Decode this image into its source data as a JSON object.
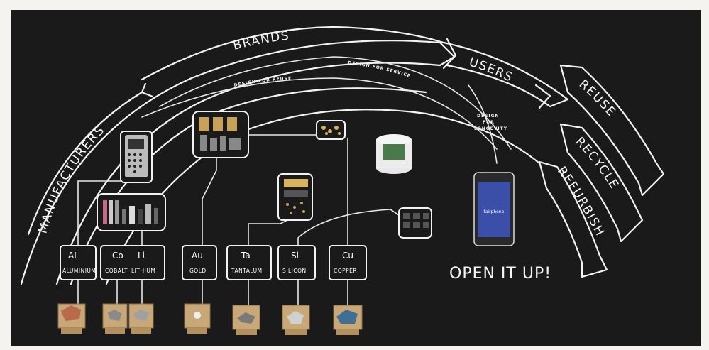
{
  "arcs": {
    "manufacturers": "MANUFACTURERS",
    "brands": "BRANDS",
    "users": "USERS",
    "design_for_reuse": "DESIGN FOR REUSE",
    "design_for_service": "DESIGN FOR SERVICE",
    "design_for_longevity_1": "DESIGN",
    "design_for_longevity_2": "FOR",
    "design_for_longevity_3": "LONGEVITY"
  },
  "outcomes": {
    "reuse": "REUSE",
    "recycle": "RECYCLE",
    "refurbish": "REFURBISH"
  },
  "elements": [
    {
      "symbol": "AL",
      "name": "ALUMINIUM"
    },
    {
      "symbol": "Co",
      "name": "COBALT"
    },
    {
      "symbol": "Li",
      "name": "LITHIUM"
    },
    {
      "symbol": "Au",
      "name": "GOLD"
    },
    {
      "symbol": "Ta",
      "name": "TANTALUM"
    },
    {
      "symbol": "Si",
      "name": "SILICON"
    },
    {
      "symbol": "Cu",
      "name": "COPPER"
    }
  ],
  "slogan": "OPEN IT UP!",
  "phone": {
    "brand": "fairphone"
  },
  "colors": {
    "board": "#1a1a1a",
    "chalk": "#f2f2f2",
    "wall": "#f4f3f0",
    "wood": "#c9a878",
    "phone_screen": "#3b4fa8"
  }
}
